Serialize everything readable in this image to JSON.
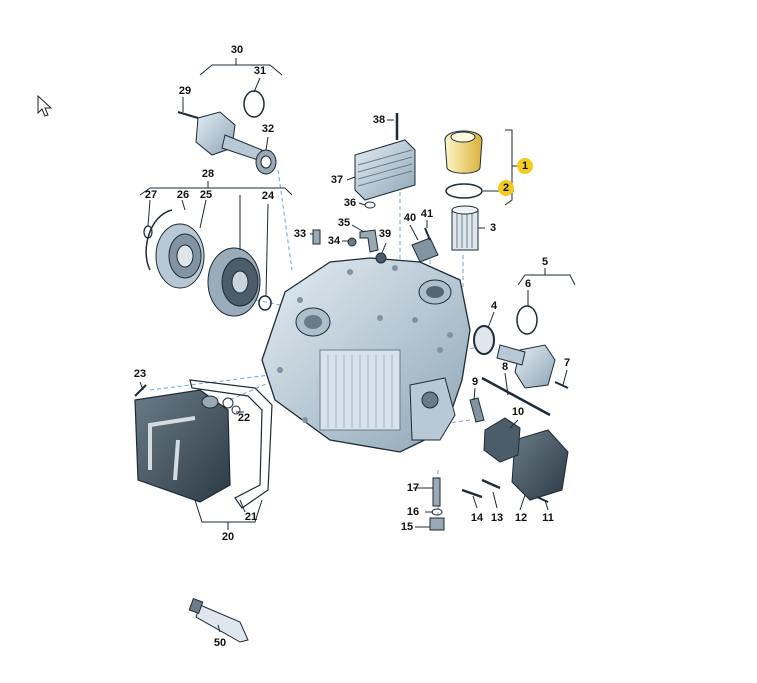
{
  "diagram": {
    "labels": [
      {
        "id": "l1",
        "text": "1",
        "highlight": true
      },
      {
        "id": "l2",
        "text": "2",
        "highlight": true
      },
      {
        "id": "l3",
        "text": "3"
      },
      {
        "id": "l4",
        "text": "4"
      },
      {
        "id": "l5",
        "text": "5"
      },
      {
        "id": "l6",
        "text": "6"
      },
      {
        "id": "l7",
        "text": "7"
      },
      {
        "id": "l8",
        "text": "8"
      },
      {
        "id": "l9",
        "text": "9"
      },
      {
        "id": "l10",
        "text": "10"
      },
      {
        "id": "l11",
        "text": "11"
      },
      {
        "id": "l12",
        "text": "12"
      },
      {
        "id": "l13",
        "text": "13"
      },
      {
        "id": "l14",
        "text": "14"
      },
      {
        "id": "l15",
        "text": "15"
      },
      {
        "id": "l16",
        "text": "16"
      },
      {
        "id": "l17",
        "text": "17"
      },
      {
        "id": "l20",
        "text": "20"
      },
      {
        "id": "l21",
        "text": "21"
      },
      {
        "id": "l22",
        "text": "22"
      },
      {
        "id": "l23",
        "text": "23"
      },
      {
        "id": "l24",
        "text": "24"
      },
      {
        "id": "l25",
        "text": "25"
      },
      {
        "id": "l26",
        "text": "26"
      },
      {
        "id": "l27",
        "text": "27"
      },
      {
        "id": "l28",
        "text": "28"
      },
      {
        "id": "l29",
        "text": "29"
      },
      {
        "id": "l30",
        "text": "30"
      },
      {
        "id": "l31",
        "text": "31"
      },
      {
        "id": "l32",
        "text": "32"
      },
      {
        "id": "l33",
        "text": "33"
      },
      {
        "id": "l34",
        "text": "34"
      },
      {
        "id": "l35",
        "text": "35"
      },
      {
        "id": "l36",
        "text": "36"
      },
      {
        "id": "l37",
        "text": "37"
      },
      {
        "id": "l38",
        "text": "38"
      },
      {
        "id": "l39",
        "text": "39"
      },
      {
        "id": "l40",
        "text": "40"
      },
      {
        "id": "l41",
        "text": "41"
      },
      {
        "id": "l50",
        "text": "50"
      }
    ],
    "highlight_color": "#f4cc1f",
    "part_color": "#c8d8e4",
    "part_stroke": "#1e2b36"
  }
}
